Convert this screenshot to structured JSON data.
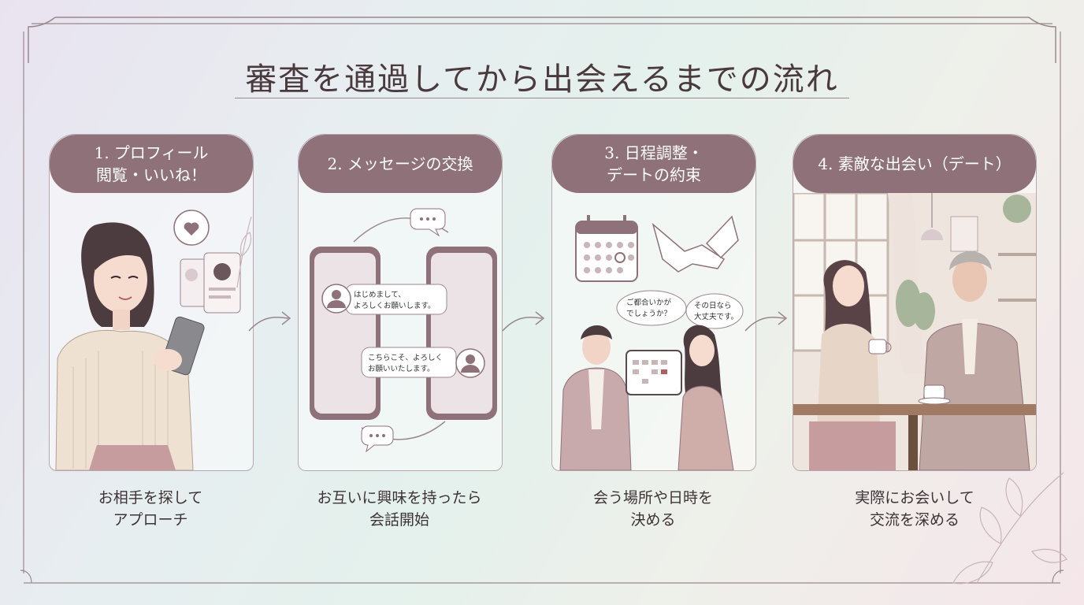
{
  "title": "審査を通過してから出会えるまでの流れ",
  "steps": [
    {
      "heading": "1. プロフィール\n閲覧・いいね！",
      "description": "お相手を探して\nアプローチ"
    },
    {
      "heading": "2. メッセージの交換",
      "description": "お互いに興味を持ったら\n会話開始",
      "chat_1": [
        "はじめまして、",
        "よろしくお願いします。"
      ],
      "chat_2": [
        "こちらこそ、よろしく",
        "お願いいたします。"
      ]
    },
    {
      "heading": "3. 日程調整・\nデートの約束",
      "description": "会う場所や日時を\n決める",
      "bubble_1": [
        "ご都合いかが",
        "でしょうか？"
      ],
      "bubble_2": [
        "その日なら",
        "大丈夫です。"
      ]
    },
    {
      "heading": "4. 素敵な出会い（デート）",
      "description": "実際にお会いして\n交流を深める"
    }
  ],
  "colors": {
    "accent": "#8f7279",
    "frame": "#9a878c",
    "text": "#3d3336"
  },
  "icons": [
    "heart-icon",
    "profile-card-icon",
    "smartphone-icon",
    "user-avatar-icon",
    "chat-bubble-icon",
    "calendar-icon",
    "handshake-icon",
    "coffee-cup-icon",
    "arrow-right-icon"
  ]
}
